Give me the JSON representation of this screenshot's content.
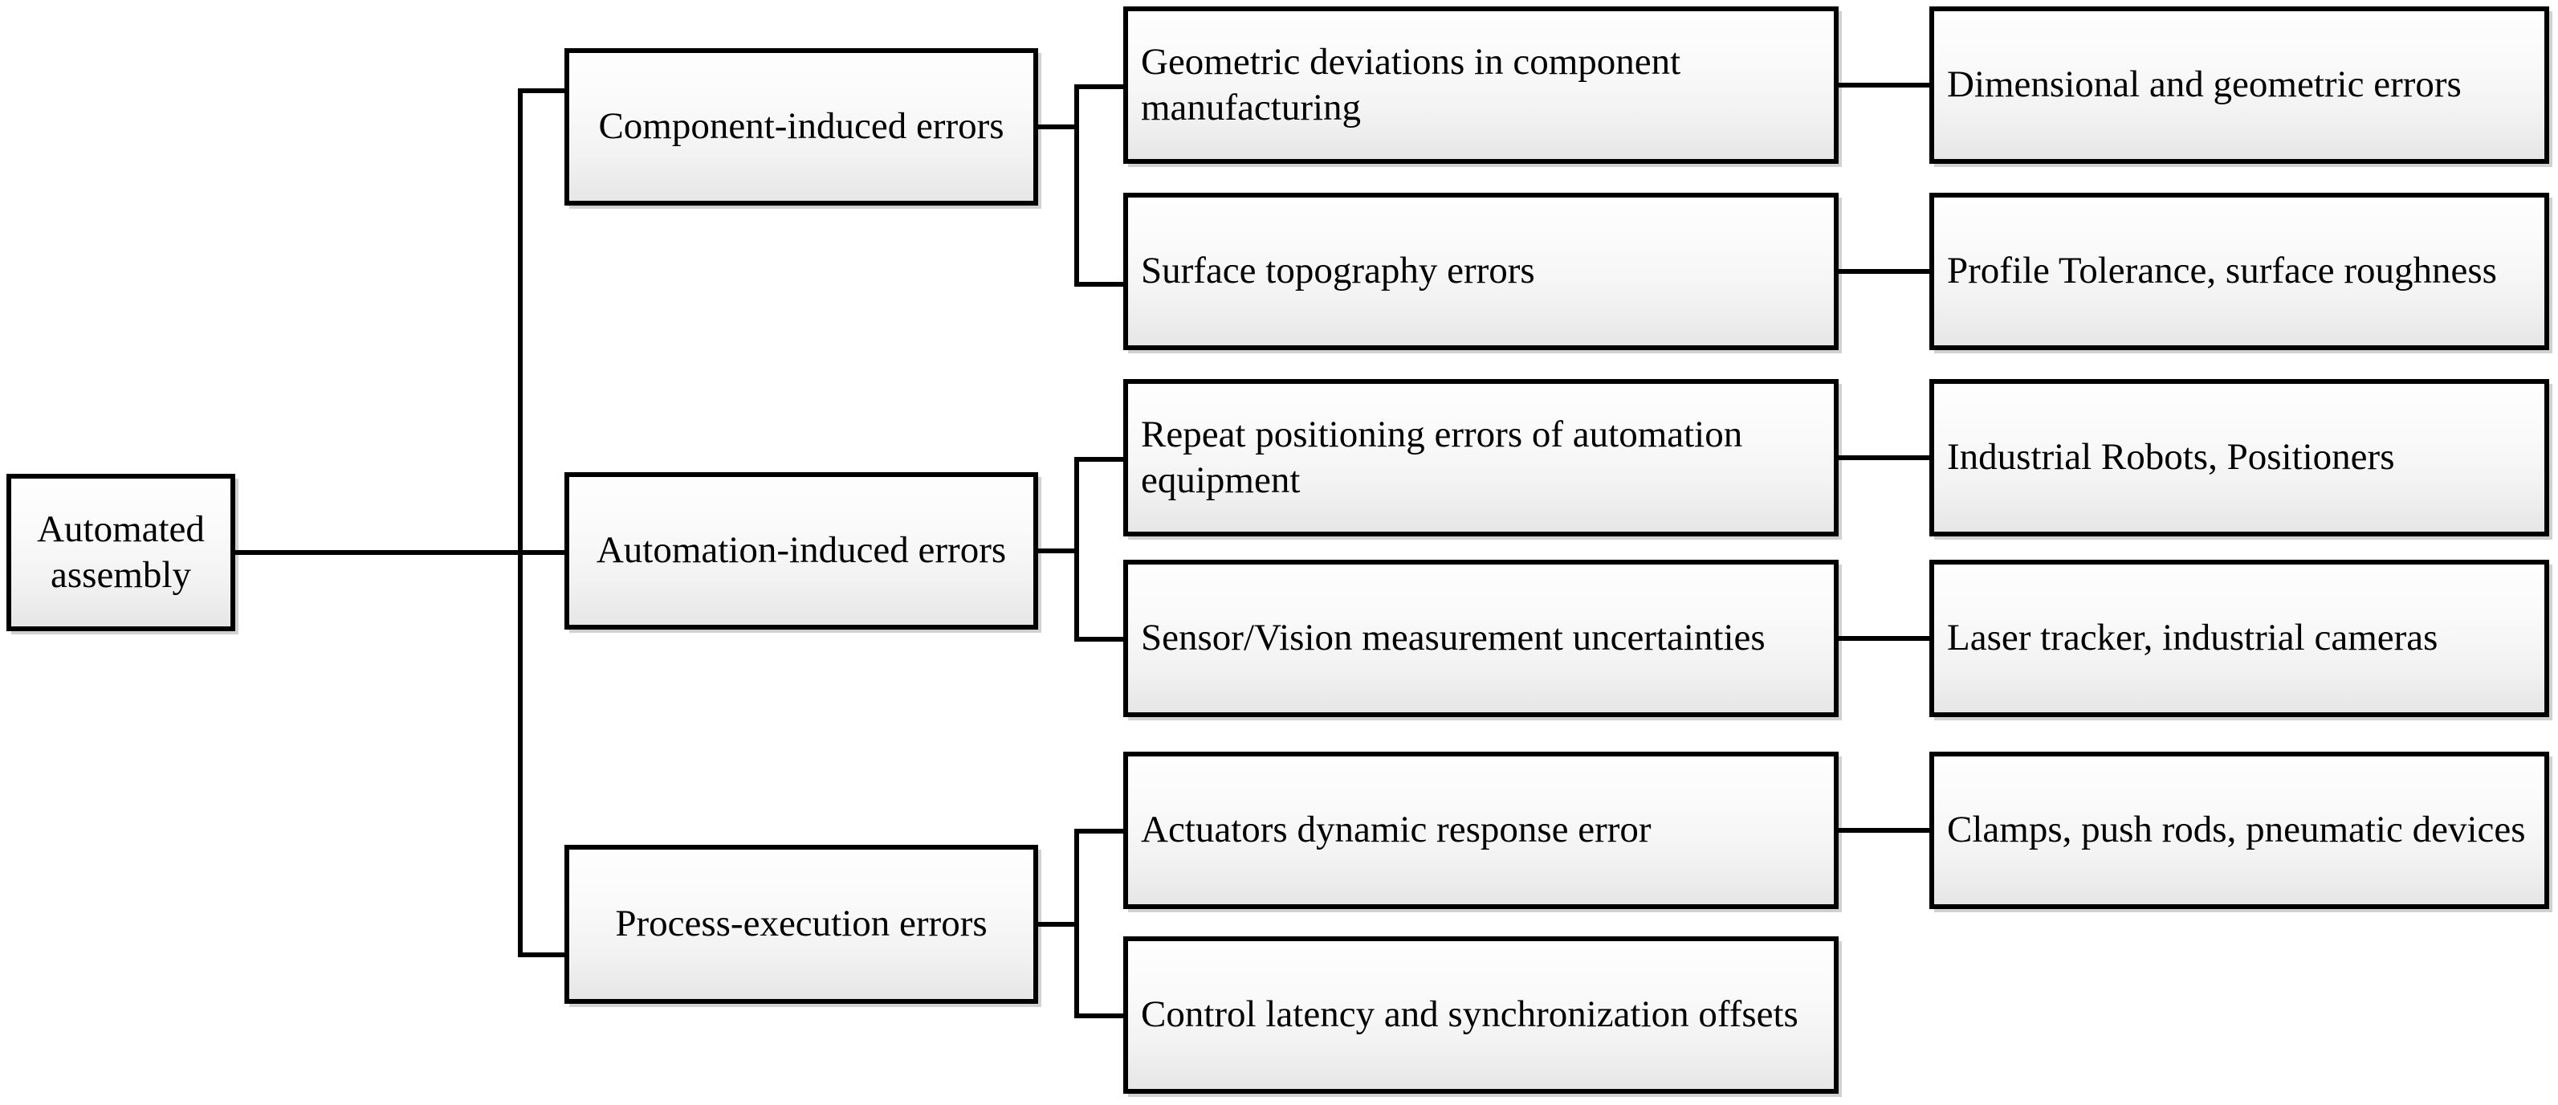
{
  "diagram": {
    "type": "hierarchy-tree",
    "title": "Automated assembly error sources",
    "colors": {
      "box_border": "#000000",
      "box_fill_top": "#fefefe",
      "box_fill_bottom": "#e6e6e6",
      "connector": "#000000",
      "text": "#000000",
      "background": "#ffffff"
    },
    "root": {
      "label": "Automated assembly"
    },
    "level2": [
      {
        "label": "Component-induced errors"
      },
      {
        "label": "Automation-induced errors"
      },
      {
        "label": "Process-execution errors"
      }
    ],
    "level3": [
      {
        "label": "Geometric deviations in component manufacturing",
        "parent": "Component-induced errors"
      },
      {
        "label": "Surface topography errors",
        "parent": "Component-induced errors"
      },
      {
        "label": "Repeat positioning errors of automation equipment",
        "parent": "Automation-induced errors"
      },
      {
        "label": "Sensor/Vision measurement uncertainties",
        "parent": "Automation-induced errors"
      },
      {
        "label": "Actuators dynamic response error",
        "parent": "Process-execution errors"
      },
      {
        "label": "Control latency and synchronization offsets",
        "parent": "Process-execution errors"
      }
    ],
    "level4": [
      {
        "label": "Dimensional and geometric errors",
        "parent": "Geometric deviations in component manufacturing"
      },
      {
        "label": "Profile Tolerance, surface roughness",
        "parent": "Surface topography errors"
      },
      {
        "label": "Industrial Robots, Positioners",
        "parent": "Repeat positioning errors of automation equipment"
      },
      {
        "label": "Laser tracker, industrial cameras",
        "parent": "Sensor/Vision measurement uncertainties"
      },
      {
        "label": "Clamps, push rods, pneumatic devices",
        "parent": "Actuators dynamic response error"
      }
    ]
  }
}
